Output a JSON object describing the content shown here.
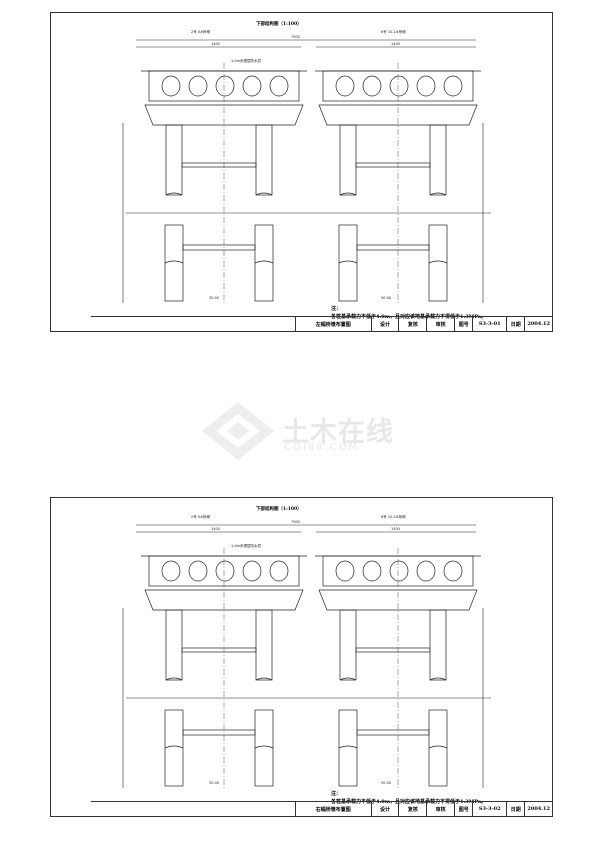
{
  "watermark": {
    "brand_text": "土木在线",
    "domain_text": "COI88.COM"
  },
  "sheets": [
    {
      "plan_title": "下部结构图（1:100）",
      "left_label": "2号 0#桥墩",
      "right_label": "6号 10-2#桥墩",
      "dim_total": "7900",
      "dim_left": "1400",
      "dim_right": "1400",
      "center_note": "1.0m渗透层防水层",
      "ground_label_left": "30.00",
      "ground_label_right": "30.00",
      "note_label": "注：",
      "note_text": "各桩基承载力不低于4.0m，且对应该地基承载力不得低于1.3MPa。",
      "titlebar": {
        "name": "左幅桥墩布置图",
        "design": "设计",
        "review": "复核",
        "approve": "审核",
        "drawing_no_label": "图号",
        "drawing_no": "S3-3-01",
        "date_label": "日期",
        "date": "2004.12"
      }
    },
    {
      "plan_title": "下部结构图（1:100）",
      "left_label": "2号 0#桥墩",
      "right_label": "6号 10-2#桥墩",
      "dim_total": "7900",
      "dim_left": "1400",
      "dim_right": "1400",
      "center_note": "1.0m渗透层防水层",
      "ground_label_left": "30.00",
      "ground_label_right": "30.00",
      "note_label": "注：",
      "note_text": "各桩基承载力不低于4.0m，且对应该地基承载力不得低于1.3MPa。",
      "titlebar": {
        "name": "右幅桥墩布置图",
        "design": "设计",
        "review": "复核",
        "approve": "审核",
        "drawing_no_label": "图号",
        "drawing_no": "S3-3-02",
        "date_label": "日期",
        "date": "2004.12"
      }
    }
  ]
}
